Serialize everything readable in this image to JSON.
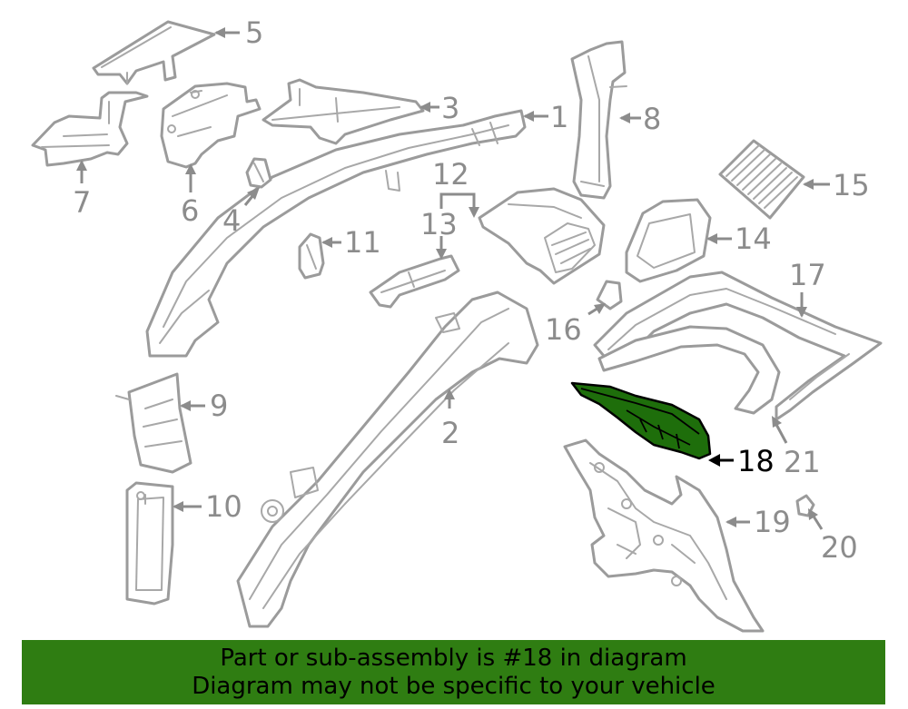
{
  "diagram": {
    "callouts": [
      "1",
      "2",
      "3",
      "4",
      "5",
      "6",
      "7",
      "8",
      "9",
      "10",
      "11",
      "12",
      "13",
      "14",
      "15",
      "16",
      "17",
      "18",
      "19",
      "20",
      "21"
    ],
    "highlighted": "18",
    "highlight_color": "#1e6e0b",
    "part_color": "#9b9b9b"
  },
  "banner": {
    "line1": "Part or sub-assembly is #18 in diagram",
    "line2": "Diagram may not be specific to your vehicle",
    "background": "#2f7d12"
  }
}
